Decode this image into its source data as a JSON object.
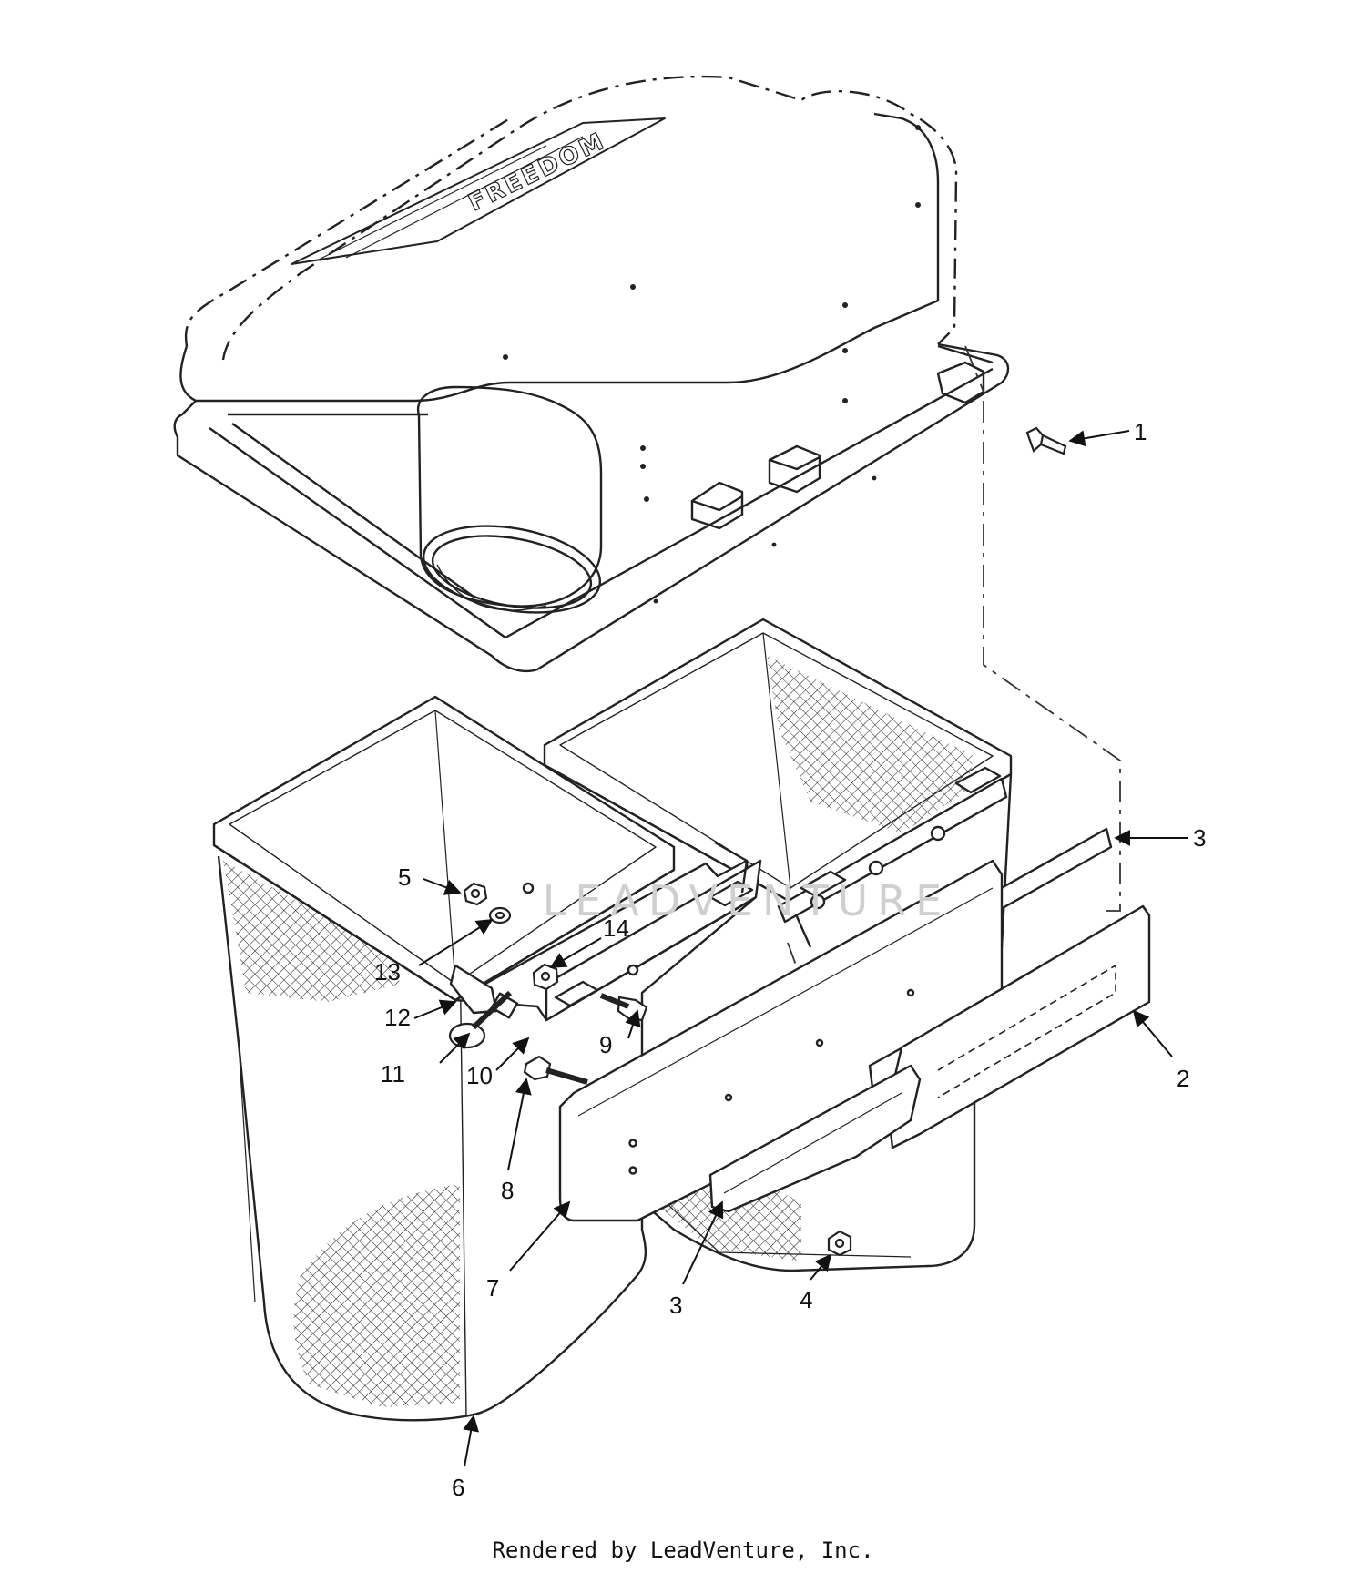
{
  "diagram": {
    "callouts": [
      {
        "id": "c1",
        "label": "1"
      },
      {
        "id": "c2",
        "label": "2"
      },
      {
        "id": "c3a",
        "label": "3"
      },
      {
        "id": "c3b",
        "label": "3"
      },
      {
        "id": "c4",
        "label": "4"
      },
      {
        "id": "c5",
        "label": "5"
      },
      {
        "id": "c6",
        "label": "6"
      },
      {
        "id": "c7",
        "label": "7"
      },
      {
        "id": "c8",
        "label": "8"
      },
      {
        "id": "c9",
        "label": "9"
      },
      {
        "id": "c10",
        "label": "10"
      },
      {
        "id": "c11",
        "label": "11"
      },
      {
        "id": "c12",
        "label": "12"
      },
      {
        "id": "c13",
        "label": "13"
      },
      {
        "id": "c14",
        "label": "14"
      }
    ],
    "cover_logo_text": "FREEDOM",
    "watermark_text": "LEADVENTURE"
  },
  "footer": {
    "text": "Rendered by LeadVenture, Inc."
  }
}
